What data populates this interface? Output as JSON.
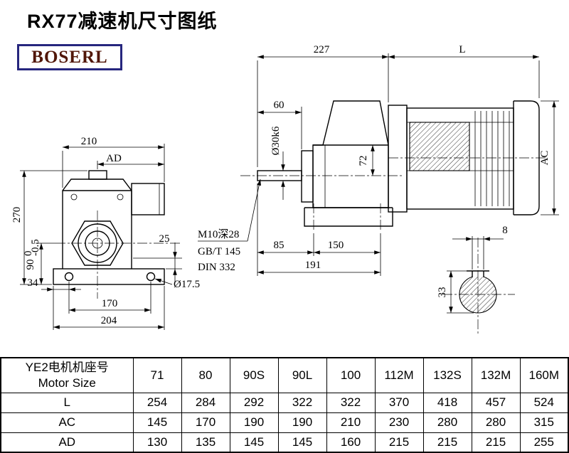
{
  "page": {
    "title": "RX77减速机尺寸图纸",
    "brand": "BOSERL"
  },
  "colors": {
    "logo_border": "#26267e",
    "logo_text": "#511607",
    "line": "#000000",
    "background": "#ffffff"
  },
  "front_view": {
    "dim_210": "210",
    "dim_ad": "AD",
    "dim_270": "270",
    "dim_90": "90",
    "dim_90_tol_upper": "0",
    "dim_90_tol_lower": "-0.5",
    "dim_34": "34",
    "dim_25": "25",
    "dim_hole": "Ø17.5",
    "dim_170": "170",
    "dim_204": "204"
  },
  "side_view": {
    "dim_227": "227",
    "dim_l": "L",
    "dim_60": "60",
    "dim_shaft": "Ø30k6",
    "dim_72": "72",
    "dim_ac": "AC",
    "note_line1": "M10深28",
    "note_line2": "GB/T 145",
    "note_line3": "DIN 332",
    "dim_85": "85",
    "dim_150": "150",
    "dim_191": "191"
  },
  "section_view": {
    "dim_8": "8",
    "dim_33": "33"
  },
  "table": {
    "motor_size_cn": "YE2电机机座号",
    "motor_size_en": "Motor Size",
    "frame_sizes": [
      "71",
      "80",
      "90S",
      "90L",
      "100",
      "112M",
      "132S",
      "132M",
      "160M"
    ],
    "rows": [
      {
        "label": "L",
        "values": [
          "254",
          "284",
          "292",
          "322",
          "322",
          "370",
          "418",
          "457",
          "524"
        ]
      },
      {
        "label": "AC",
        "values": [
          "145",
          "170",
          "190",
          "190",
          "210",
          "230",
          "280",
          "280",
          "315"
        ]
      },
      {
        "label": "AD",
        "values": [
          "130",
          "135",
          "145",
          "145",
          "160",
          "215",
          "215",
          "215",
          "255"
        ]
      }
    ]
  }
}
